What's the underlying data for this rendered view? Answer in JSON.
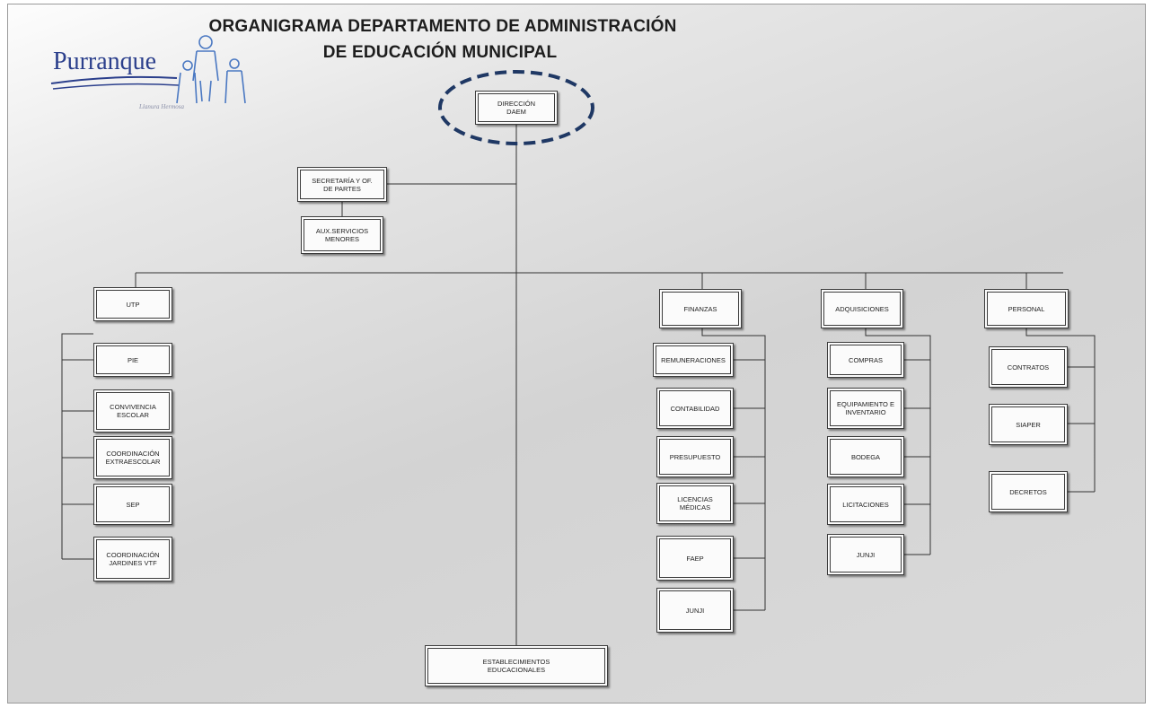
{
  "title": {
    "line1": "ORGANIGRAMA DEPARTAMENTO DE ADMINISTRACIÓN",
    "line2": "DE EDUCACIÓN MUNICIPAL"
  },
  "logo": {
    "name": "Purranque",
    "tagline": "Llanura Hermosa",
    "icon": "family-figures-icon"
  },
  "highlight_color": "#1f3864",
  "nodes": {
    "direccion": "DIRECCIÓN\nDAEM",
    "secretaria": "SECRETARÍA Y OF.\nDE PARTES",
    "aux": "AUX.SERVICIOS\nMENORES",
    "utp": "UTP",
    "finanzas": "FINANZAS",
    "adquisiciones": "ADQUISICIONES",
    "personal": "PERSONAL",
    "establecimientos": "ESTABLECIMIENTOS\nEDUCACIONALES"
  },
  "children": {
    "utp": [
      "PIE",
      "CONVIVENCIA\nESCOLAR",
      "COORDINACIÓN\nEXTRAESCOLAR",
      "SEP",
      "COORDINACIÓN\nJARDINES VTF"
    ],
    "finanzas": [
      "REMUNERACIONES",
      "CONTABILIDAD",
      "PRESUPUESTO",
      "LICENCIAS\nMÉDICAS",
      "FAEP",
      "JUNJI"
    ],
    "adquisiciones": [
      "COMPRAS",
      "EQUIPAMIENTO E\nINVENTARIO",
      "BODEGA",
      "LICITACIONES",
      "JUNJI"
    ],
    "personal": [
      "CONTRATOS",
      "SIAPER",
      "DECRETOS"
    ]
  }
}
